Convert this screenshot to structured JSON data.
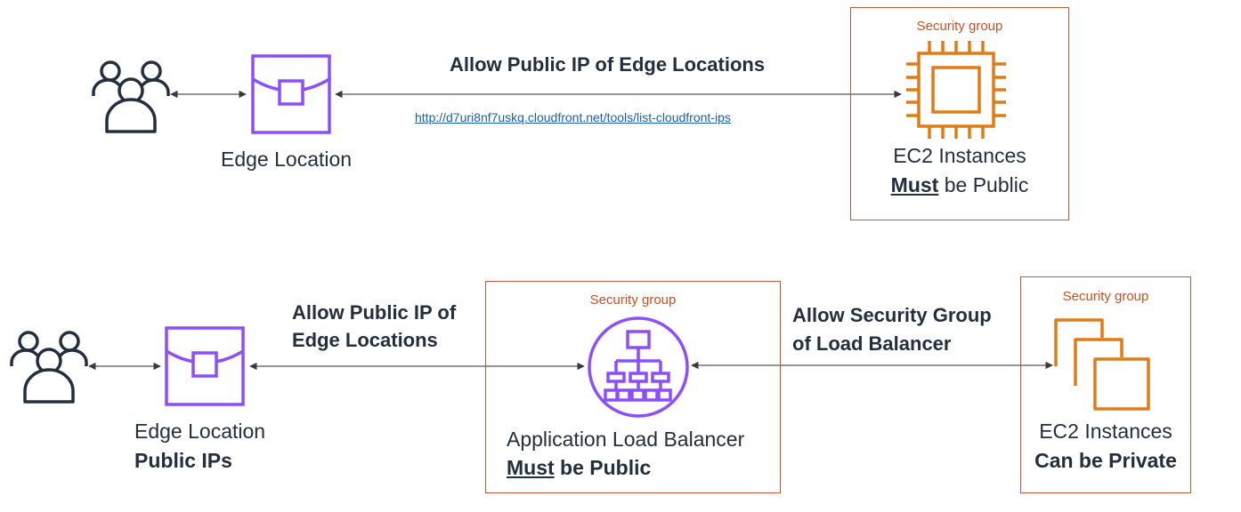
{
  "colors": {
    "edge_icon": "#8c4fff",
    "alb_icon": "#8c4fff",
    "ec2_icon": "#e07b17",
    "security_group": "#c0583d",
    "users_icon": "#232f3e",
    "link": "#1a5fb4",
    "text": "#232f3e"
  },
  "top_row": {
    "users_icon": "users-icon",
    "edge_location_label": "Edge Location",
    "edge_label": "Allow Public IP of Edge Locations",
    "link_text": "http://d7uri8nf7uskq.cloudfront.net/tools/list-cloudfront-ips",
    "security_group_label": "Security group",
    "ec2_line1": "EC2 Instances",
    "ec2_must": "Must",
    "ec2_rest": " be Public"
  },
  "bottom_row": {
    "users_icon": "users-icon",
    "edge_location_label": "Edge Location",
    "edge_location_sub": "Public IPs",
    "edge_label_line1": "Allow Public IP of",
    "edge_label_line2": "Edge Locations",
    "alb_security_group_label": "Security group",
    "alb_line1": "Application Load Balancer",
    "alb_must": "Must",
    "alb_rest": " be Public",
    "sg_edge_label_line1": "Allow Security Group",
    "sg_edge_label_line2": " of Load Balancer",
    "ec2_security_group_label": "Security group",
    "ec2_line1": "EC2 Instances",
    "ec2_line2": "Can be Private"
  }
}
